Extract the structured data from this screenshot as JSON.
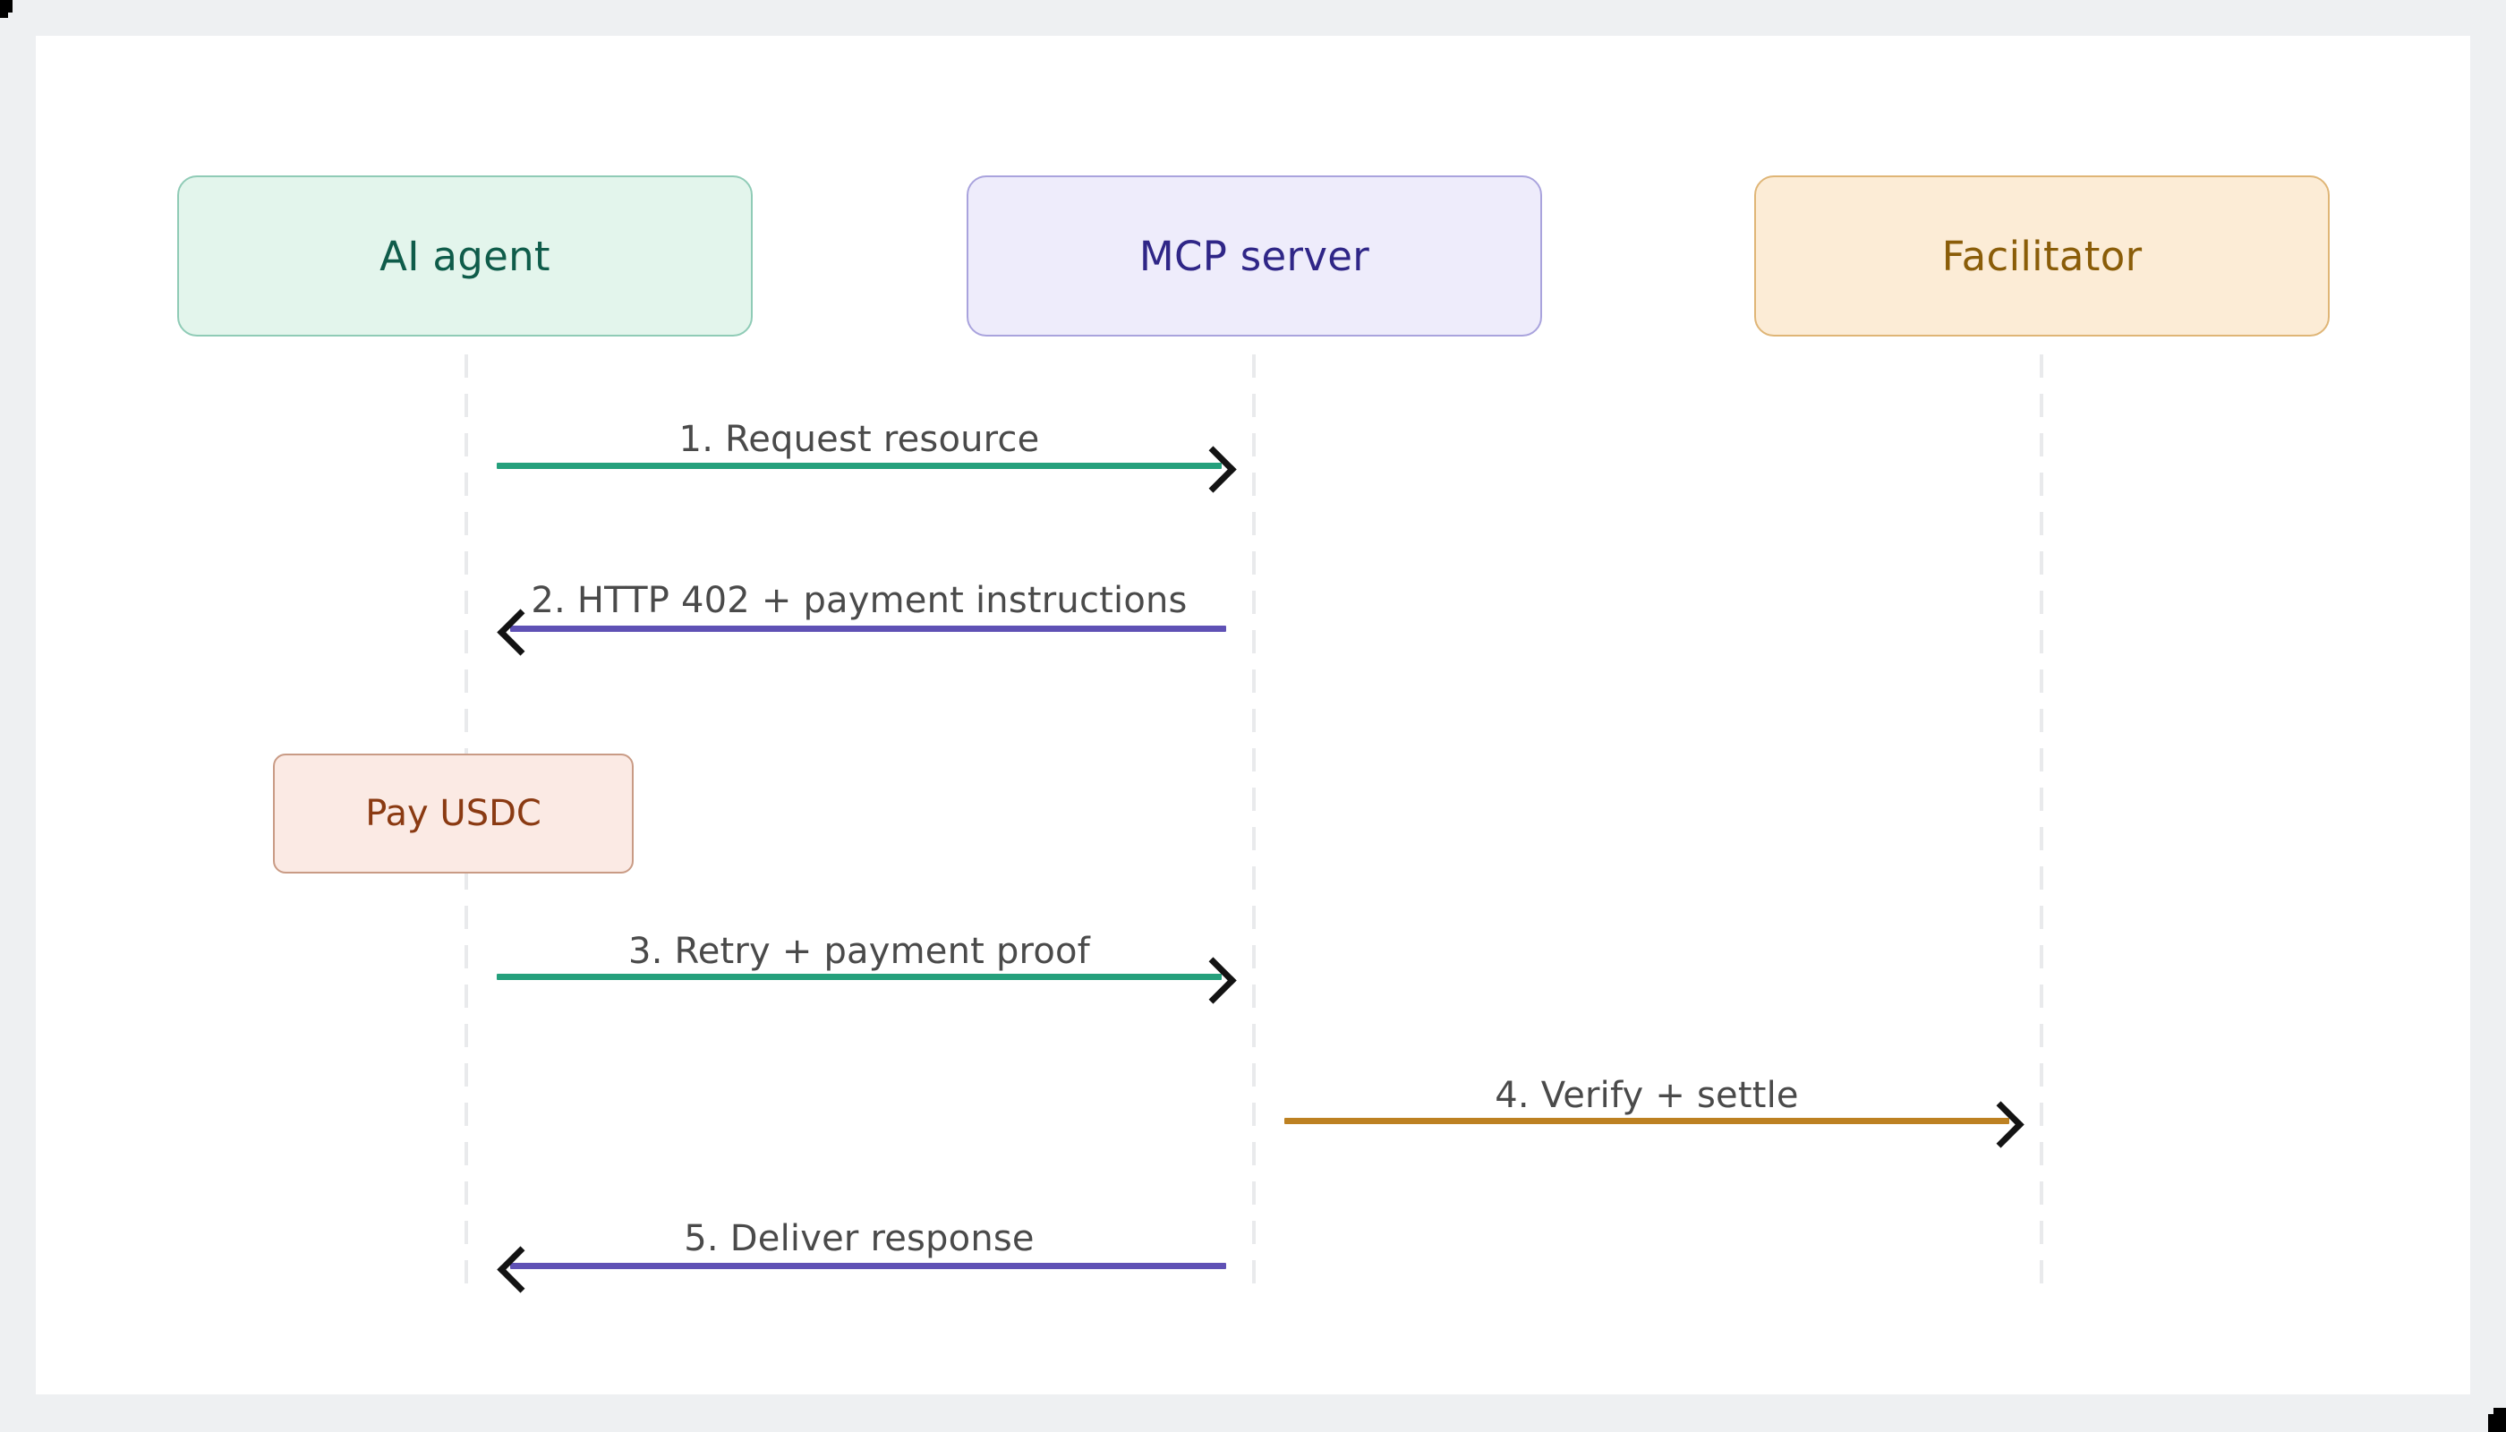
{
  "diagram": {
    "type": "sequence-diagram",
    "title": "x402 payment flow sequence",
    "background_color": "#eef0f2",
    "surface_color": "#ffffff"
  },
  "participants": [
    {
      "id": "agent",
      "label": "AI agent",
      "fill": "#e3f5ec",
      "stroke": "#8fcbb6",
      "text_color": "#0f5c4a"
    },
    {
      "id": "mcp",
      "label": "MCP server",
      "fill": "#eeecfb",
      "stroke": "#a9a3dd",
      "text_color": "#2f2687"
    },
    {
      "id": "facilitator",
      "label": "Facilitator",
      "fill": "#fcecd6",
      "stroke": "#dfb576",
      "text_color": "#8a5d09"
    }
  ],
  "messages": [
    {
      "number": "1",
      "label": "1. Request resource",
      "from": "agent",
      "to": "mcp",
      "direction": "right",
      "color": "#25a07c"
    },
    {
      "number": "2",
      "label": "2. HTTP 402 + payment instructions",
      "from": "mcp",
      "to": "agent",
      "direction": "left",
      "color": "#5f51b5"
    },
    {
      "number": "3",
      "label": "3. Retry + payment proof",
      "from": "agent",
      "to": "mcp",
      "direction": "right",
      "color": "#25a07c"
    },
    {
      "number": "4",
      "label": "4. Verify + settle",
      "from": "mcp",
      "to": "facilitator",
      "direction": "right",
      "color": "#bd8122"
    },
    {
      "number": "5",
      "label": "5. Deliver response",
      "from": "mcp",
      "to": "agent",
      "direction": "left",
      "color": "#5f51b5"
    }
  ],
  "notes": [
    {
      "id": "pay-usdc",
      "label": "Pay USDC",
      "over": "agent",
      "fill": "#fbeae4",
      "stroke": "#c99b85",
      "text_color": "#8a3a12"
    }
  ]
}
